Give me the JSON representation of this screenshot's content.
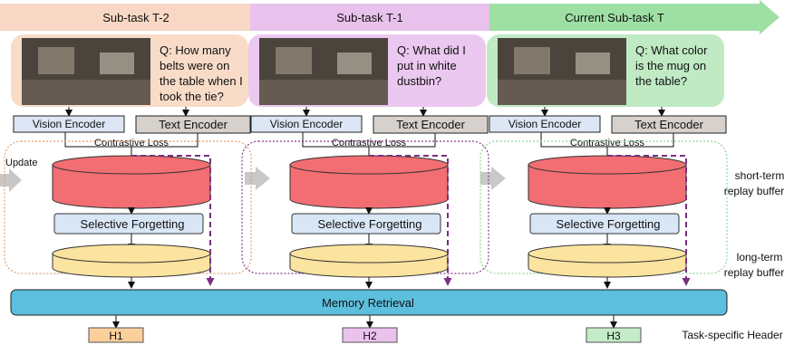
{
  "banner": {
    "titles": [
      "Sub-task T-2",
      "Sub-task T-1",
      "Current Sub-task T"
    ],
    "colors": [
      "#f8d8c4",
      "#e8c2ec",
      "#9ee0a4"
    ]
  },
  "tasks": [
    {
      "question_lines": [
        "Q: How many",
        "belts were on",
        "the table when I",
        "took the tie?"
      ],
      "bubble_color": "#f8dcc8",
      "region_color": "#e0a070",
      "header_label": "H1",
      "header_color": "#f9cf9b"
    },
    {
      "question_lines": [
        "Q: What did I",
        "put in white",
        "dustbin?"
      ],
      "bubble_color": "#ebc8ef",
      "region_color": "#8a3a8a",
      "header_label": "H2",
      "header_color": "#ebc2ee"
    },
    {
      "question_lines": [
        "Q: What color",
        "is the mug on",
        "the table?"
      ],
      "bubble_color": "#bfeac3",
      "region_color": "#8fd49a",
      "header_label": "H3",
      "header_color": "#c4ecc8"
    }
  ],
  "labels": {
    "vision_encoder": "Vision Encoder",
    "text_encoder": "Text Encoder",
    "contrastive_loss": "Contrastive Loss",
    "selective_forgetting": "Selective Forgetting",
    "update": "Update",
    "memory_retrieval": "Memory Retrieval",
    "short_term_buffer": [
      "short-term",
      "replay buffer"
    ],
    "long_term_buffer": [
      "long-term",
      "replay buffer"
    ],
    "task_specific_header": "Task-specific Header"
  },
  "colors": {
    "short_term_fill": "#f26e72",
    "long_term_fill": "#fbe3a0",
    "memory_retrieval_fill": "#5cbfdd",
    "encoder_fill": "#dce6f4",
    "text_encoder_fill": "#d6d1cd",
    "forgetting_fill": "#d8e6f6",
    "dashed_arrow": "#7a2f82"
  }
}
